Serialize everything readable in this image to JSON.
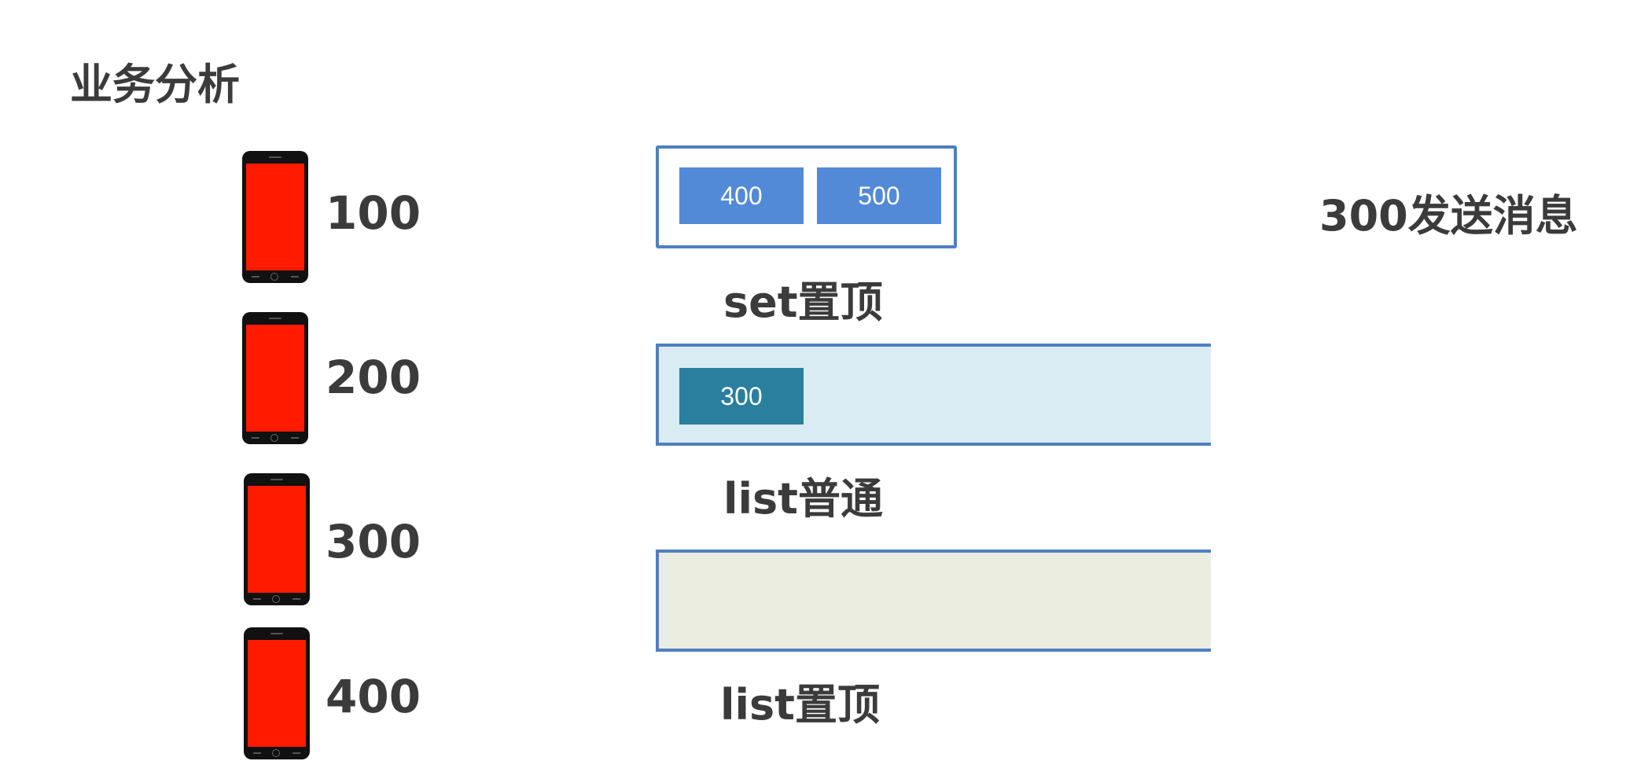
{
  "title": "业务分析",
  "phones": [
    {
      "label": "100"
    },
    {
      "label": "200"
    },
    {
      "label": "300"
    },
    {
      "label": "400"
    }
  ],
  "set_top": {
    "items": [
      "400",
      "500"
    ],
    "label": "set置顶"
  },
  "list_normal": {
    "items": [
      "300"
    ],
    "label": "list普通"
  },
  "list_top": {
    "items": [],
    "label": "list置顶"
  },
  "note": "300发送消息",
  "colors": {
    "phone_screen": "#ff1a00",
    "box_border": "#4f7fc0",
    "chip_blue": "#528ad8",
    "chip_teal": "#2a7f9e",
    "list_normal_bg": "#daecf3",
    "list_top_bg": "#ebede0"
  }
}
